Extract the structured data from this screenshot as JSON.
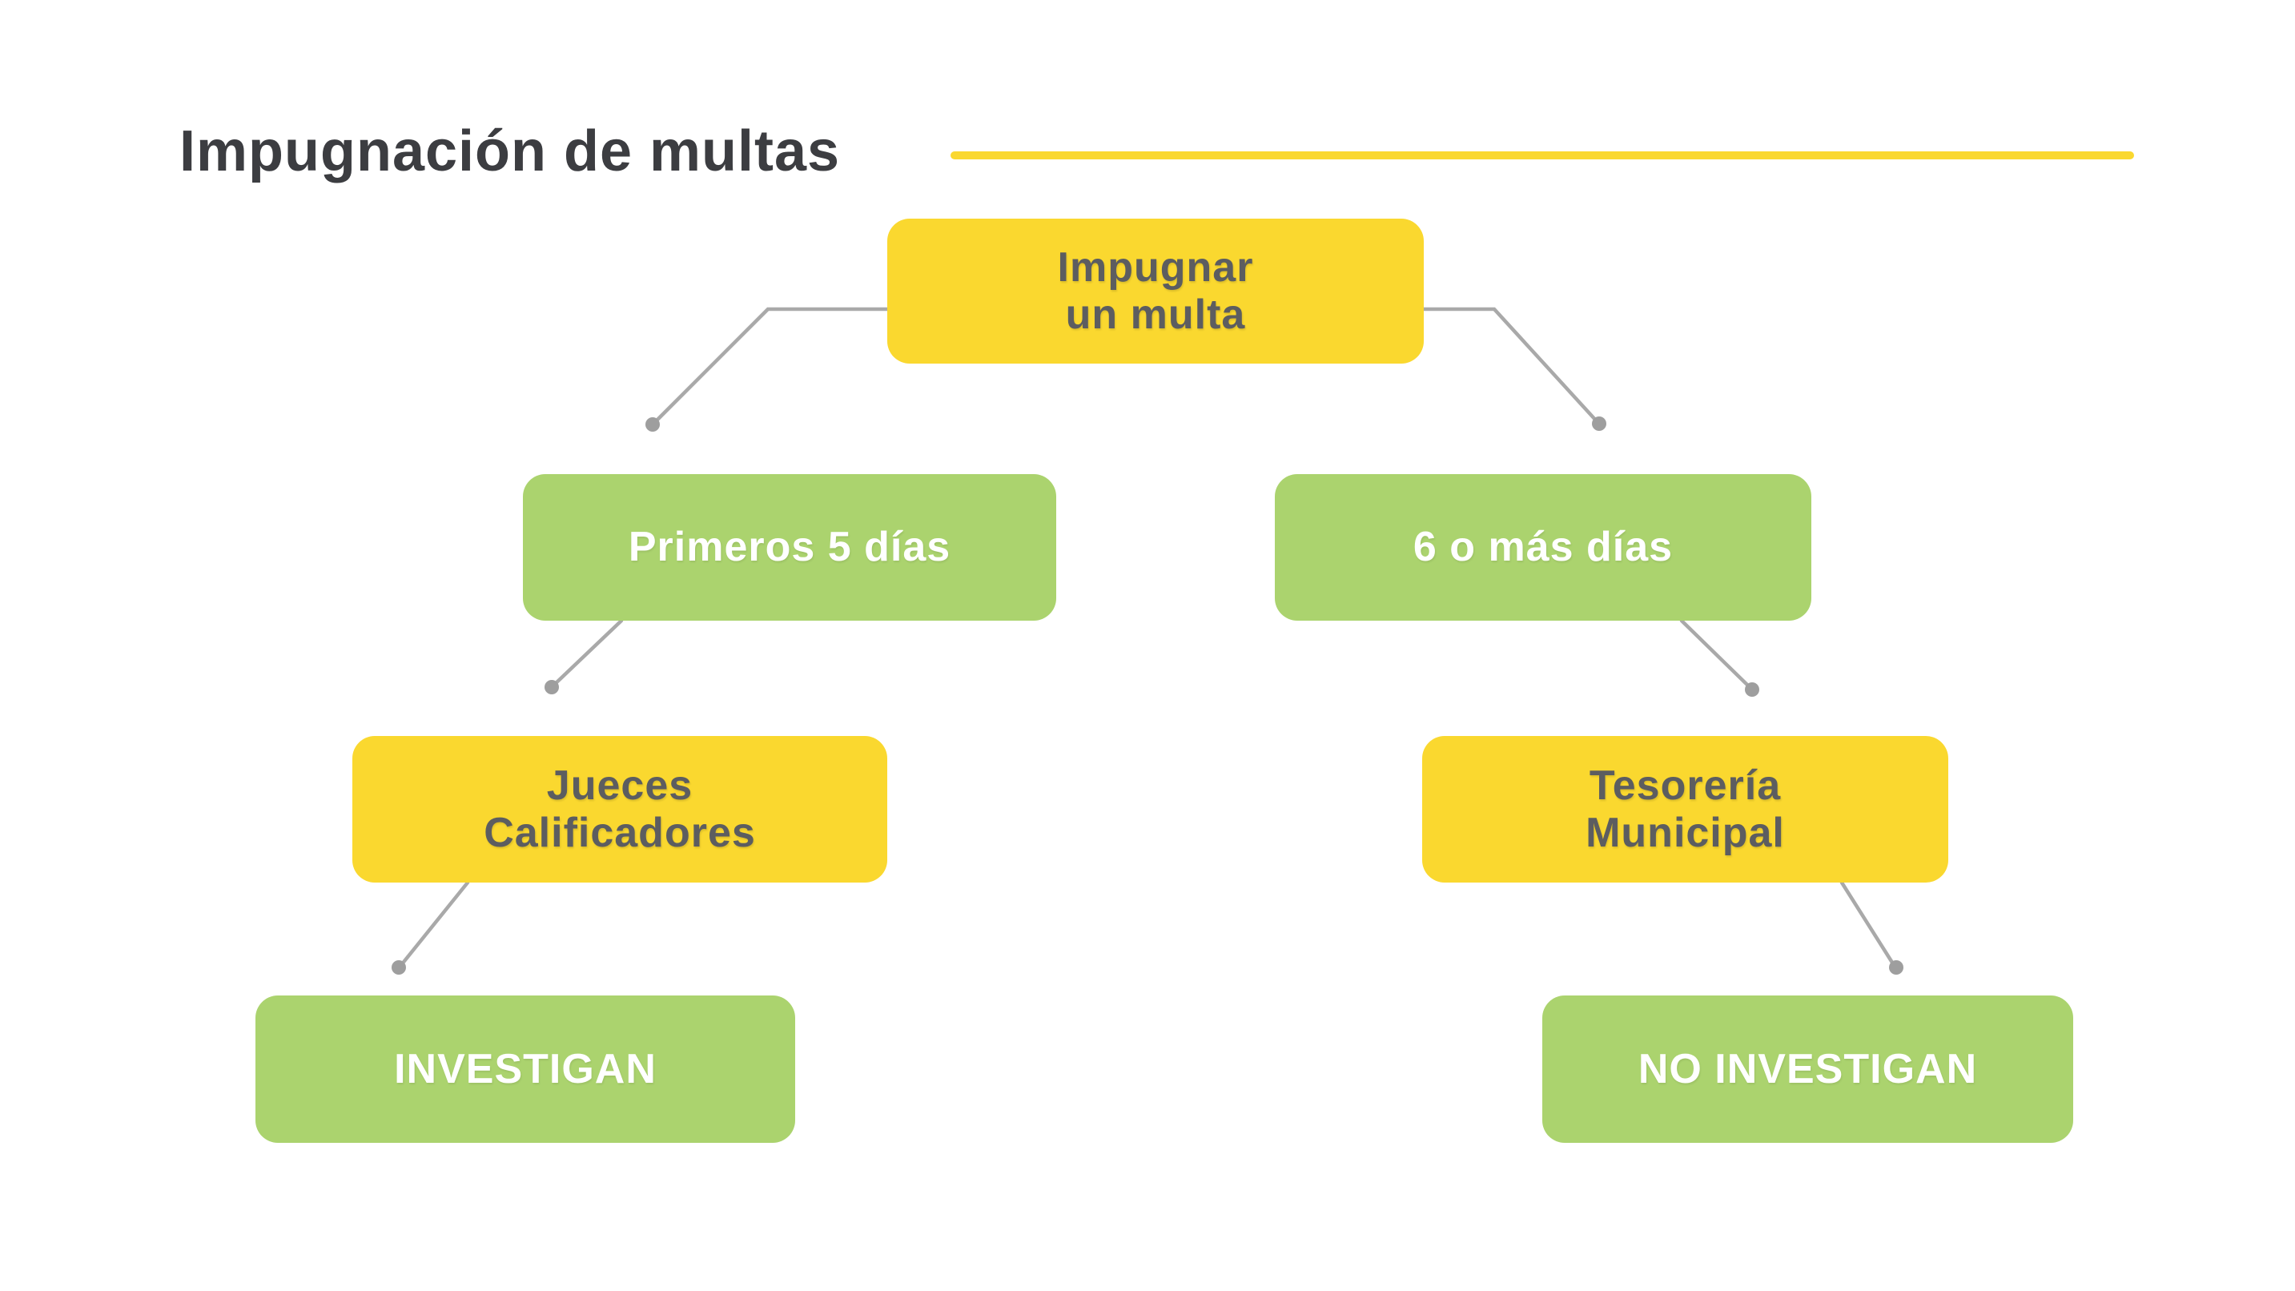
{
  "title": "Impugnación de multas",
  "colors": {
    "background": "#ffffff",
    "yellow": "#fad82f",
    "green": "#abd36e",
    "titleText": "#3c3d41",
    "darkText": "#5c5d60",
    "lightText": "#ffffff",
    "connector": "#a9a9a9",
    "dot": "#9e9e9e"
  },
  "diagram": {
    "type": "flowchart",
    "nodes": [
      {
        "id": "impugnar-un-multa",
        "label": "Impugnar\nun multa",
        "color": "yellow"
      },
      {
        "id": "primeros-5-dias",
        "label": "Primeros 5 días",
        "color": "green"
      },
      {
        "id": "6-o-mas-dias",
        "label": "6 o más días",
        "color": "green"
      },
      {
        "id": "jueces-calificadores",
        "label": "Jueces\nCalificadores",
        "color": "yellow"
      },
      {
        "id": "tesoreria-municipal",
        "label": "Tesorería\nMunicipal",
        "color": "yellow"
      },
      {
        "id": "investigan",
        "label": "INVESTIGAN",
        "color": "green"
      },
      {
        "id": "no-investigan",
        "label": "NO INVESTIGAN",
        "color": "green"
      }
    ],
    "edges": [
      {
        "from": "impugnar-un-multa",
        "to": "primeros-5-dias"
      },
      {
        "from": "impugnar-un-multa",
        "to": "6-o-mas-dias"
      },
      {
        "from": "primeros-5-dias",
        "to": "jueces-calificadores"
      },
      {
        "from": "6-o-mas-dias",
        "to": "tesoreria-municipal"
      },
      {
        "from": "jueces-calificadores",
        "to": "investigan"
      },
      {
        "from": "tesoreria-municipal",
        "to": "no-investigan"
      }
    ]
  }
}
